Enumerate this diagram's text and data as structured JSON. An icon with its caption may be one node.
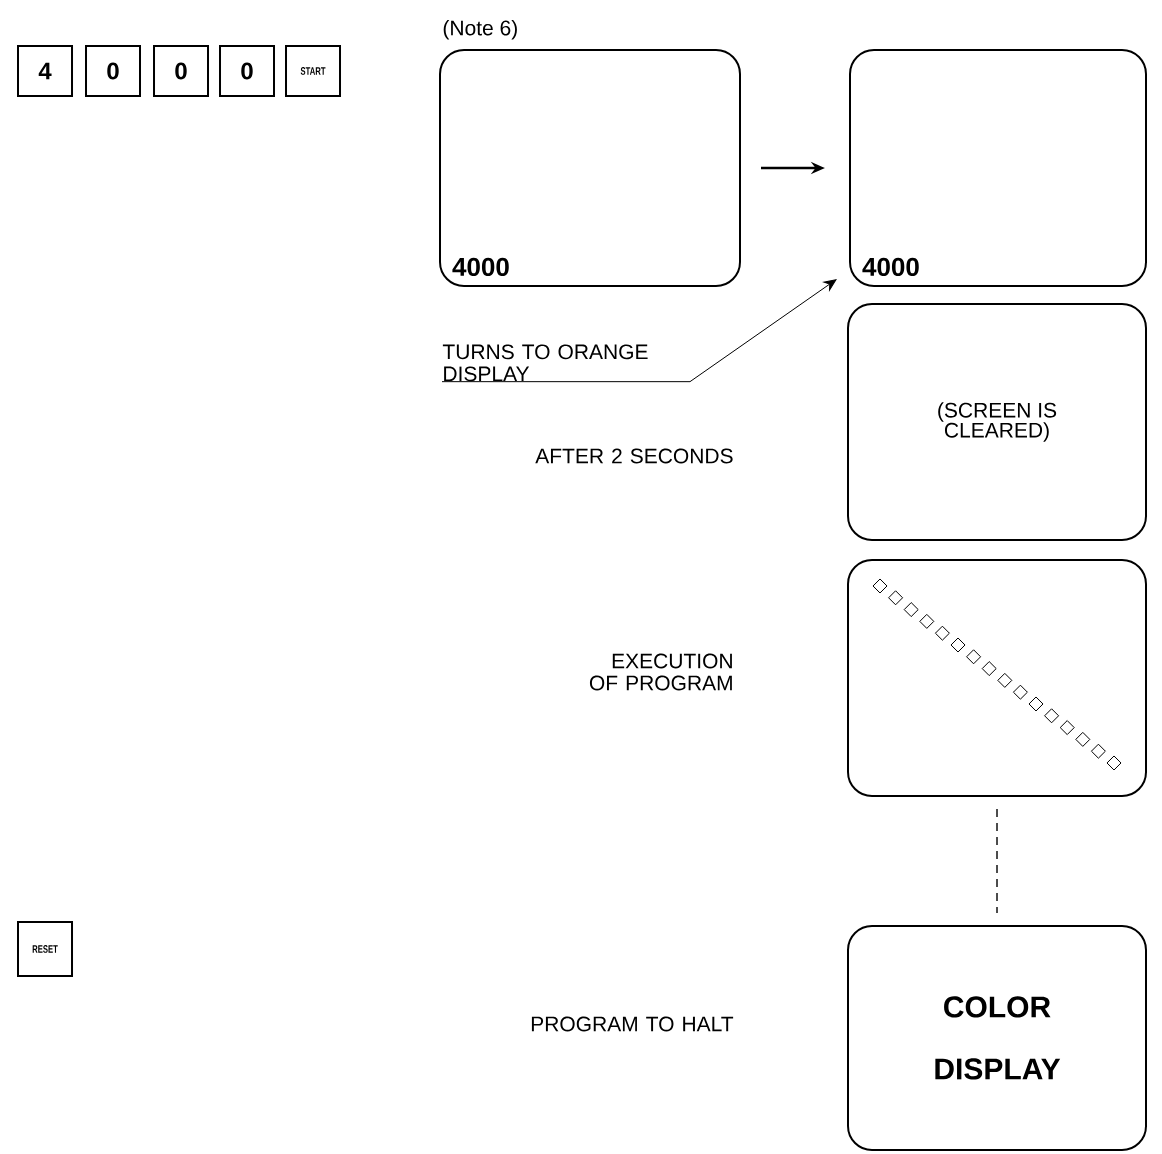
{
  "diagram": {
    "nodes": [
      {
        "text": [
          "4"
        ]
      },
      {
        "text": [
          "0"
        ]
      },
      {
        "text": [
          "0"
        ]
      },
      {
        "text": [
          "0"
        ]
      },
      {
        "text": [
          "START"
        ]
      },
      {
        "text": [
          "4000"
        ],
        "beside": [
          "(Note 6)"
        ]
      },
      {
        "text": [
          "4000"
        ]
      },
      {
        "text": [
          "TURNS TO ORANGE DISPLAY"
        ]
      },
      {
        "text": [
          "(SCREEN IS CLEARED)"
        ]
      },
      {
        "text": [],
        "shape": "picture"
      },
      {
        "text": [
          "COLOR DISPLAY"
        ]
      },
      {
        "text": [
          "RESET"
        ]
      }
    ],
    "edges": [
      {
        "from": 5,
        "to": 6,
        "arrow": "to"
      },
      {
        "from": 7,
        "to": 6,
        "arrow": "to"
      },
      {
        "from": 9,
        "to": 10,
        "arrow": "none",
        "style": "dashed"
      }
    ],
    "labels": [
      "AFTER 2 SECONDS",
      "EXECUTION OF PROGRAM",
      "PROGRAM TO HALT"
    ]
  }
}
